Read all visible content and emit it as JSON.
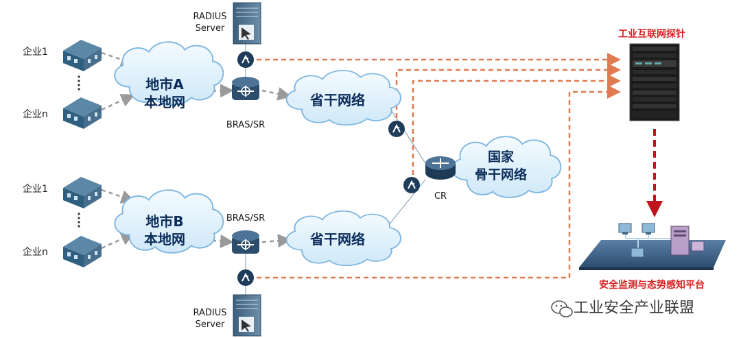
{
  "nodes": {
    "enterprise_a1": "企业1",
    "enterprise_an": "企业n",
    "enterprise_b1": "企业1",
    "enterprise_bn": "企业n",
    "cloud_a_line1": "地市A",
    "cloud_a_line2": "本地网",
    "cloud_b_line1": "地市B",
    "cloud_b_line2": "本地网",
    "backbone_a": "省干网络",
    "backbone_b": "省干网络",
    "national_line1": "国家",
    "national_line2": "骨干网络",
    "radius_top_line1": "RADIUS",
    "radius_top_line2": "Server",
    "radius_bottom_line1": "RADIUS",
    "radius_bottom_line2": "Server",
    "bras_a": "BRAS/SR",
    "bras_b": "BRAS/SR",
    "cr": "CR",
    "probe": "工业互联网探针",
    "platform": "安全监测与态势感知平台"
  },
  "watermark": "工业安全产业联盟",
  "colors": {
    "cloud_fill": "#dff0fb",
    "cloud_stroke": "#7fb6e0",
    "link_red": "#e07a50",
    "arrow_dark_red": "#c0141c",
    "house": "#2f5f7f",
    "router": "#2c4d6b",
    "label_red": "#d71f1f"
  }
}
